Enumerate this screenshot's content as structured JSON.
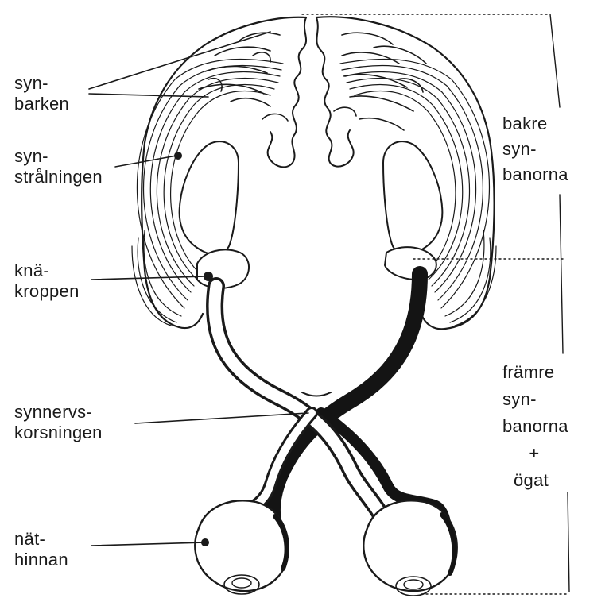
{
  "left_labels": {
    "visual_cortex": [
      "syn-",
      "barken"
    ],
    "optic_radiation": [
      "syn-",
      "strålningen"
    ],
    "geniculate_body": [
      "knä-",
      "kroppen"
    ],
    "optic_chiasm": [
      "synnervs-",
      "korsningen"
    ],
    "retina": [
      "nät-",
      "hinnan"
    ]
  },
  "right_labels": {
    "posterior_pathways": [
      "bakre",
      "syn-",
      "banorna"
    ],
    "anterior_pathways": [
      "främre",
      "syn-",
      "banorna",
      "+",
      "ögat"
    ]
  },
  "colors": {
    "ink": "#1a1a1a",
    "paper": "#ffffff",
    "dark_pathway": "#141414",
    "light_pathway_fill": "#ffffff"
  }
}
